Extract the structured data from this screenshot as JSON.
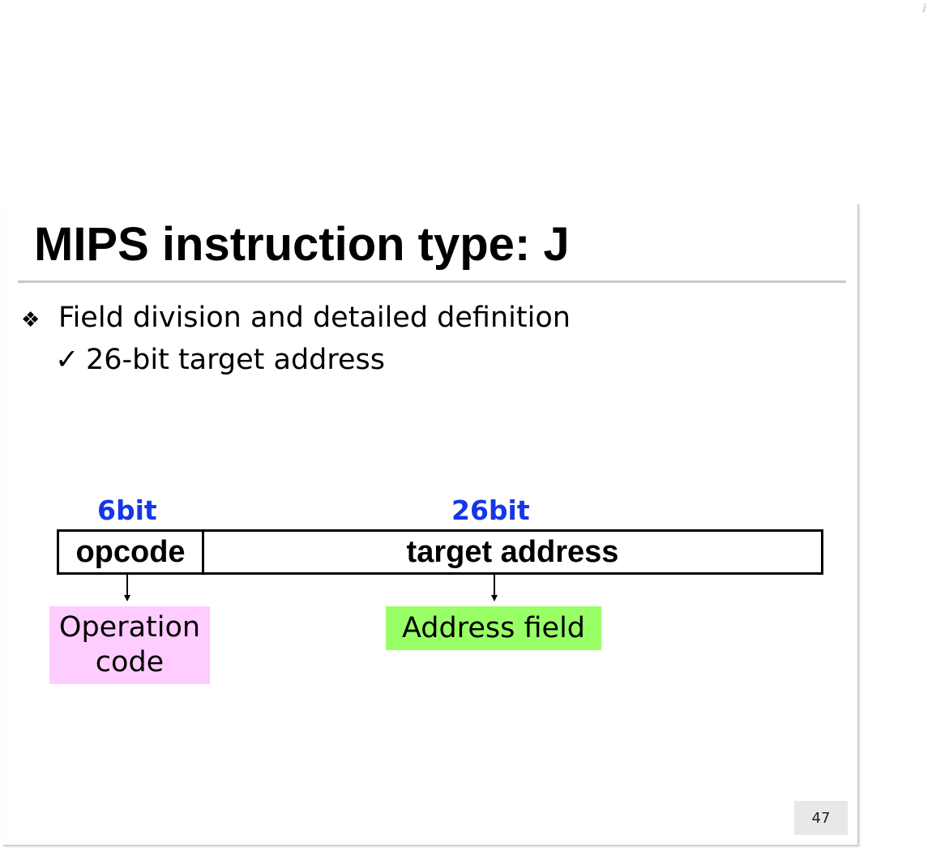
{
  "corner_glyph": "ⅈ",
  "slide": {
    "title": "MIPS instruction type: J",
    "bullets": [
      {
        "marker": "❖",
        "text": "Field division and detailed definition"
      },
      {
        "marker": "✓",
        "text": "26-bit target address"
      }
    ],
    "instruction_format": {
      "fields": [
        {
          "bits": "6bit",
          "name": "opcode",
          "description": "Operation code",
          "description_color": "#ffccff"
        },
        {
          "bits": "26bit",
          "name": "target address",
          "description": "Address field",
          "description_color": "#99ff66"
        }
      ],
      "bits_color": "#1537e8"
    },
    "page_number": "47"
  }
}
